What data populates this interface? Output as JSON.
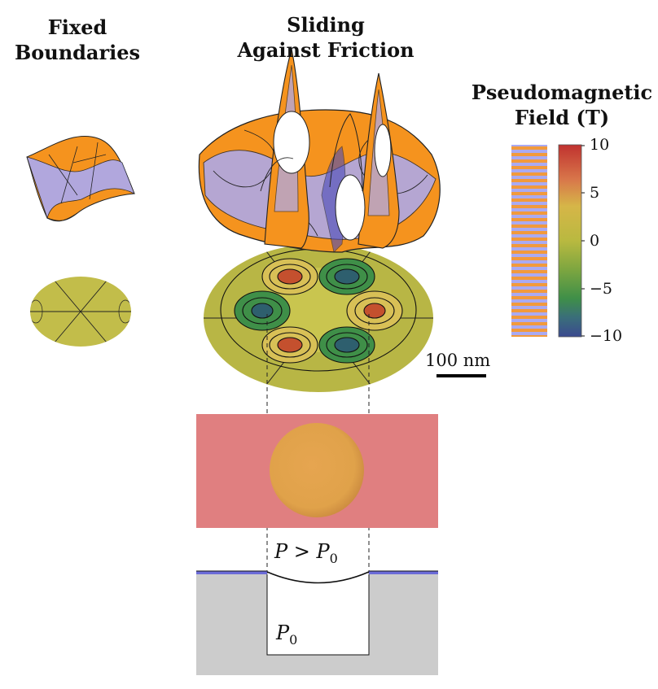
{
  "titles": {
    "fixed": [
      "Fixed",
      "Boundaries"
    ],
    "sliding": [
      "Sliding",
      "Against Friction"
    ],
    "field": [
      "Pseudomagnetic",
      "Field (T)"
    ]
  },
  "colorbar": {
    "ticks": [
      "10",
      "5",
      "0",
      "−5",
      "−10"
    ],
    "range": [
      -10,
      10
    ],
    "colors": [
      "#c0322f",
      "#d8764a",
      "#d6b648",
      "#b9b940",
      "#7da640",
      "#3f8f48",
      "#3a6e7a",
      "#3b4a8f"
    ]
  },
  "scale_bar": {
    "label": "100 nm"
  },
  "labels": {
    "pressure_top": "P > P",
    "pressure_top_sub": "0",
    "pressure_bottom": "P",
    "pressure_bottom_sub": "0"
  },
  "colors": {
    "orange": "#f5931e",
    "lavender": "#aaaaf2",
    "olive": "#bcbb48",
    "pink": "#e07f80",
    "gray": "#cccccc"
  }
}
